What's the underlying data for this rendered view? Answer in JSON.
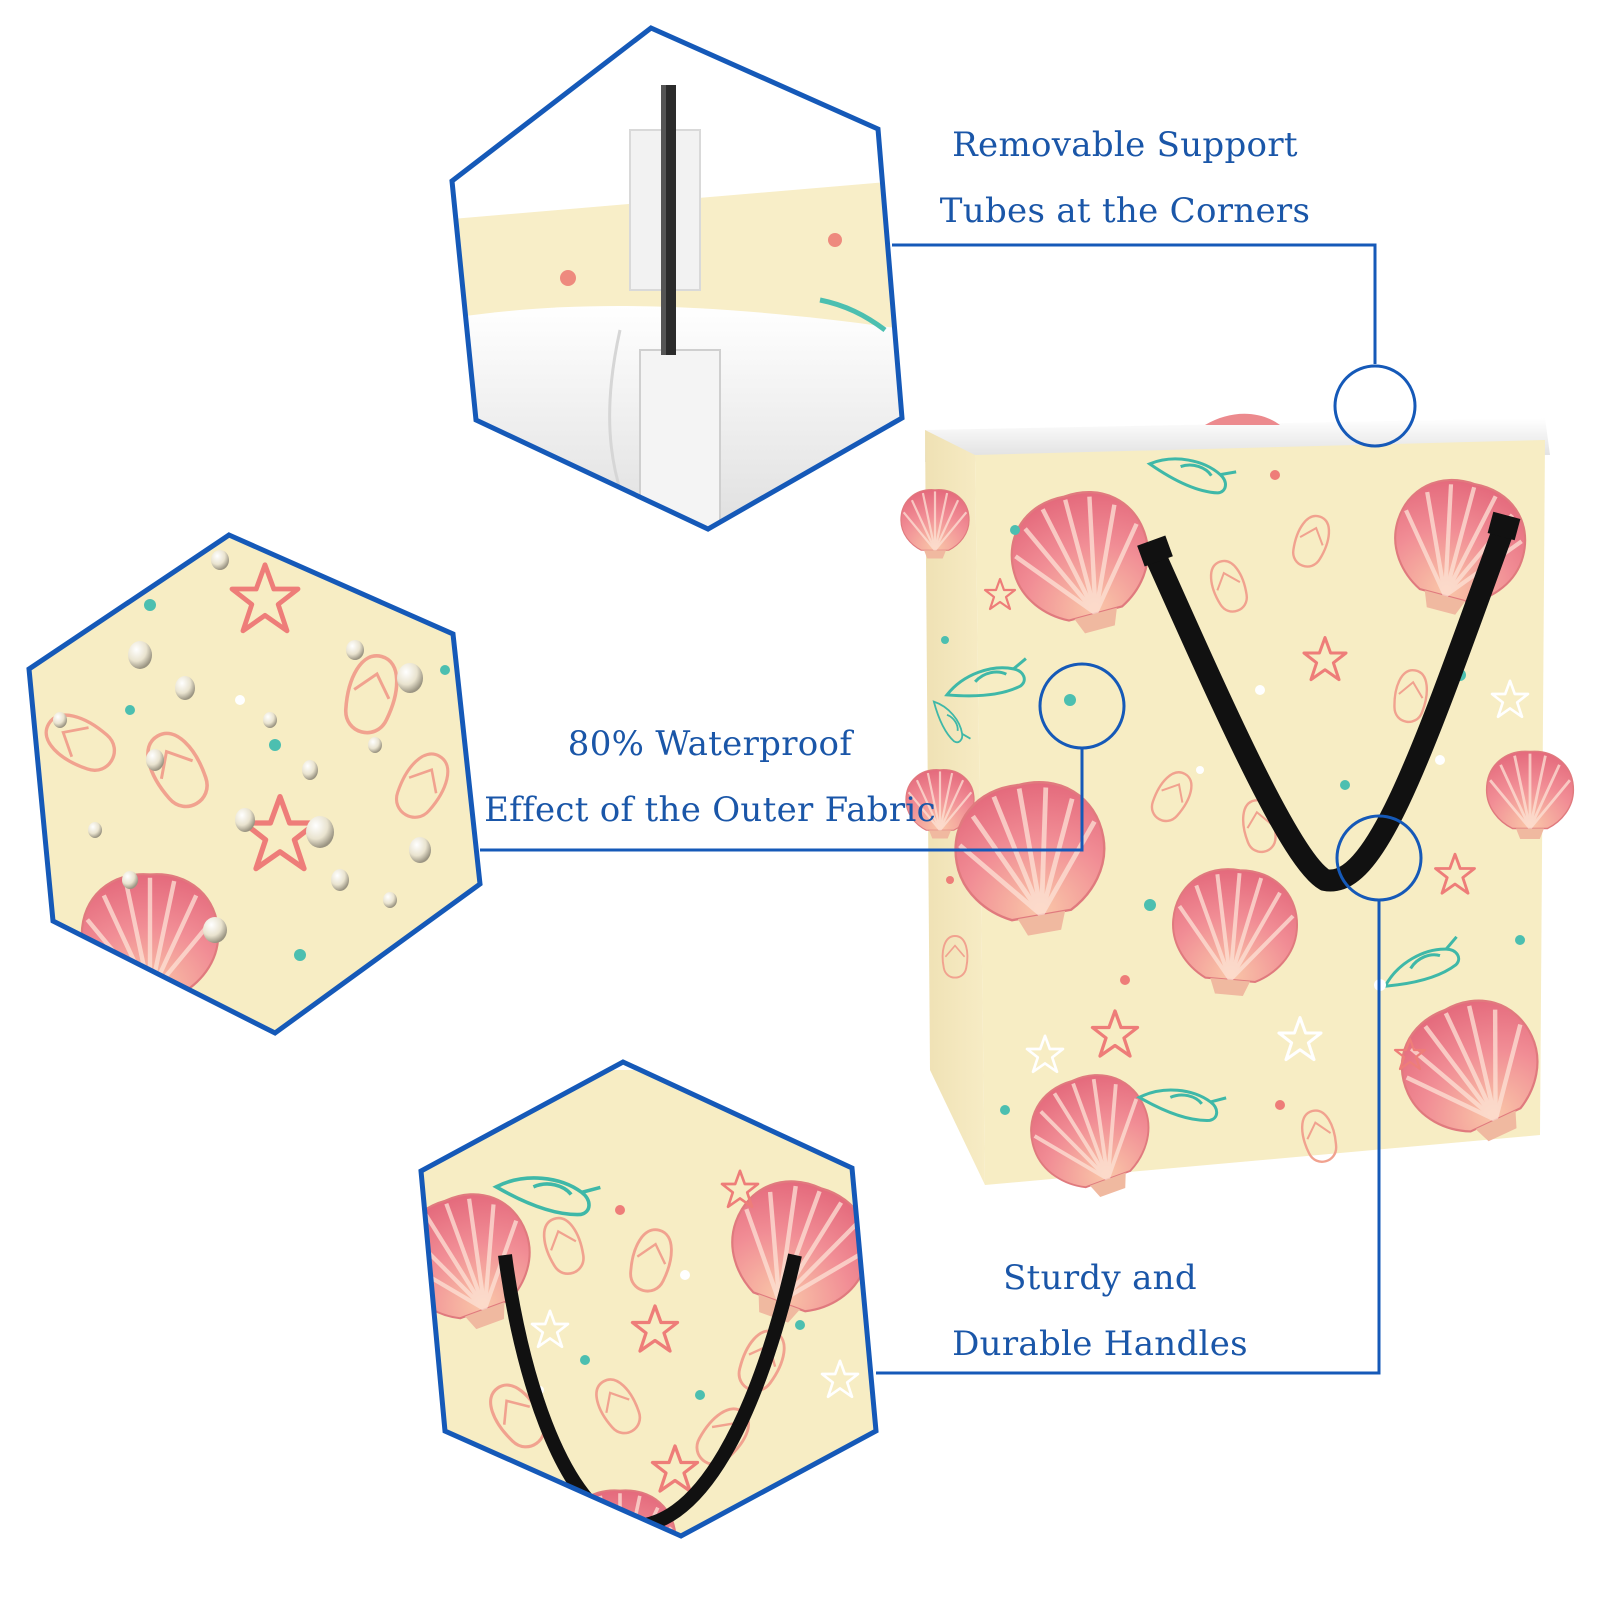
{
  "features": [
    {
      "line1": "Removable Support",
      "line2": "Tubes at the Corners"
    },
    {
      "line1": "80% Waterproof",
      "line2": "Effect of the Outer Fabric"
    },
    {
      "line1": "Sturdy and",
      "line2": "Durable Handles"
    }
  ],
  "colors": {
    "frame": "#1559b8",
    "fabric": "#f7edc4",
    "shell": "#ec8a8e",
    "accent_teal": "#4cbfb0",
    "handle": "#111111",
    "liner": "#ffffff"
  },
  "icons": [
    "scallop-shell-icon",
    "starfish-icon",
    "conch-icon",
    "flip-flop-icon",
    "water-drop-icon"
  ]
}
